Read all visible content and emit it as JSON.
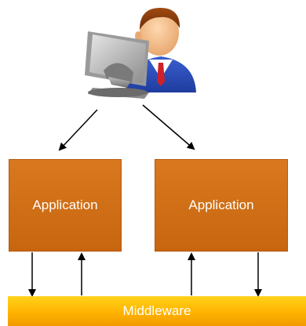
{
  "diagram": {
    "user_icon": "computer-user-icon",
    "boxes": [
      {
        "id": "app-left",
        "label": "Application"
      },
      {
        "id": "app-right",
        "label": "Application"
      }
    ],
    "middleware": {
      "label": "Middleware"
    },
    "colors": {
      "application_fill": "#d06e15",
      "middleware_fill": "#ffb300",
      "text": "#ffffff",
      "arrow": "#000000"
    }
  }
}
